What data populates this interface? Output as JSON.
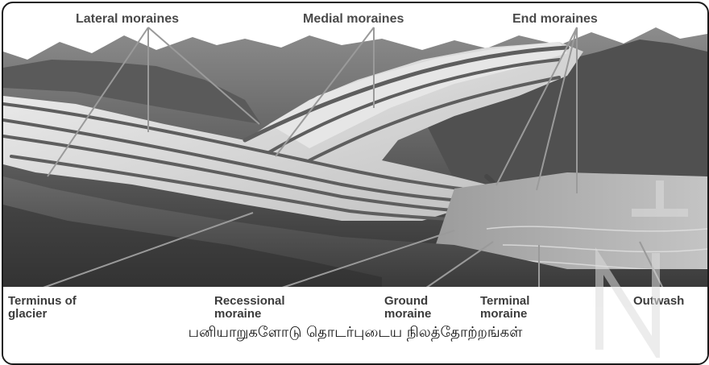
{
  "labels": {
    "lateral_moraines": "Lateral moraines",
    "medial_moraines": "Medial moraines",
    "end_moraines": "End moraines",
    "terminus_line1": "Terminus of",
    "terminus_line2": "glacier",
    "recessional_line1": "Recessional",
    "recessional_line2": "moraine",
    "ground_line1": "Ground",
    "ground_line2": "moraine",
    "terminal_line1": "Terminal",
    "terminal_line2": "moraine",
    "outwash": "Outwash"
  },
  "caption": "பனியாறுகளோடு தொடர்புடைய நிலத்தோற்றங்கள்",
  "colors": {
    "sky": "#ffffff",
    "mountain_dark": "#4a4a4a",
    "mountain_mid": "#6e6e6e",
    "ice": "#d9d9d9",
    "moraine_band": "#5e5e5e",
    "outwash": "#8a8a8a",
    "leader_line": "#9a9a9a"
  },
  "icons": [
    "watermark-logo"
  ]
}
